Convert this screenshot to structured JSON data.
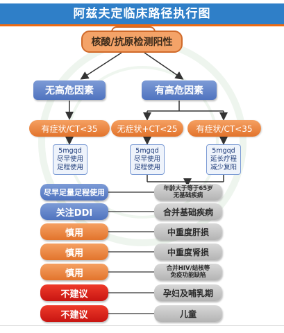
{
  "title": "阿兹夫定临床路径执行图",
  "top_node": "核酸/抗原检测阳性",
  "risk_groups": {
    "no_risk": "无高危因素",
    "high_risk": "有高危因素"
  },
  "conditions": {
    "c1": "有症状/CT<35",
    "c2": "无症状+CT<25",
    "c3": "有症状/CT<35"
  },
  "treatments": {
    "t1": [
      "5mgqd",
      "尽早使用",
      "足程使用"
    ],
    "t2": [
      "5mgqd",
      "尽早使用",
      "足程使用"
    ],
    "t3": [
      "5mgqd",
      "延长疗程",
      "减少复阳"
    ]
  },
  "guidance": [
    {
      "left": "尽早足量足程使用",
      "right": [
        "年龄大于等于65岁",
        "无基础疾病"
      ]
    },
    {
      "left": "关注DDI",
      "right": [
        "合并基础疾病"
      ]
    },
    {
      "left": "慎用",
      "right": [
        "中重度肝损"
      ]
    },
    {
      "left": "慎用",
      "right": [
        "中重度肾损"
      ]
    },
    {
      "left": "慎用",
      "right": [
        "合并HIV/结核等",
        "免疫功能缺陷"
      ]
    },
    {
      "left": "不建议",
      "right": [
        "孕妇及哺乳期"
      ]
    },
    {
      "left": "不建议",
      "right": [
        "儿童"
      ]
    }
  ],
  "colors": {
    "title_bg": "#2f7fc8",
    "blue_box": "#5a7ec6",
    "orange_box": "#ec8a45",
    "red_box": "#d8231b",
    "gray_box": "#c4c4c4",
    "line": "#333333"
  }
}
